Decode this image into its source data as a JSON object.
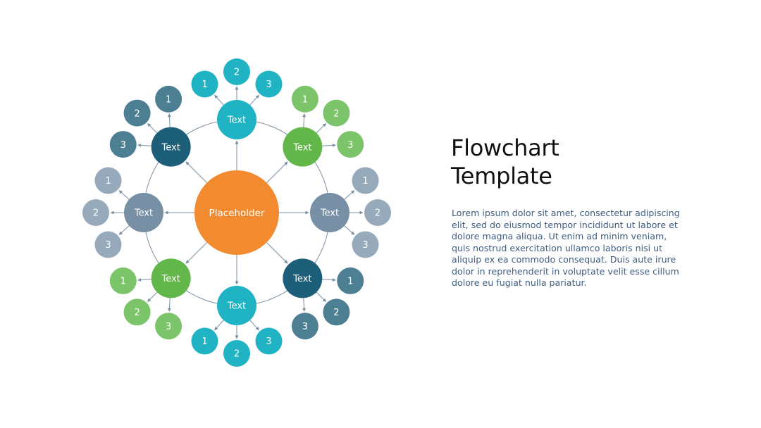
{
  "title": {
    "line1": "Flowchart",
    "line2": "Template"
  },
  "body": "Lorem ipsum dolor sit amet, consectetur adipiscing elit, sed do eiusmod tempor incididunt ut labore et dolore magna aliqua. Ut enim ad minim veniam, quis nostrud exercitation ullamco laboris nisi ut aliquip ex ea commodo consequat. Duis aute irure dolor in reprehenderit in voluptate velit esse cillum dolore eu fugiat nulla pariatur.",
  "diagram": {
    "center": {
      "label": "Placeholder",
      "color": "#f28a30"
    },
    "colors": {
      "teal": "#1fb3c4",
      "green": "#63b74a",
      "dark_teal": "#1d5e78",
      "slate": "#7890a5",
      "green_light": "#7cc46a",
      "dark_teal_light": "#4d7f92",
      "slate_light": "#97aabb",
      "line": "#7a8fa3"
    },
    "nodes": [
      {
        "name": "top",
        "label": "Text",
        "color": "teal",
        "leaf_color": "teal",
        "leaves": [
          "1",
          "2",
          "3"
        ]
      },
      {
        "name": "top-right",
        "label": "Text",
        "color": "green",
        "leaf_color": "green_light",
        "leaves": [
          "1",
          "2",
          "3"
        ]
      },
      {
        "name": "right",
        "label": "Text",
        "color": "slate",
        "leaf_color": "slate_light",
        "leaves": [
          "1",
          "2",
          "3"
        ]
      },
      {
        "name": "bottom-right",
        "label": "Text",
        "color": "dark_teal",
        "leaf_color": "dark_teal_light",
        "leaves": [
          "1",
          "2",
          "3"
        ]
      },
      {
        "name": "bottom",
        "label": "Text",
        "color": "teal",
        "leaf_color": "teal",
        "leaves": [
          "1",
          "2",
          "3"
        ]
      },
      {
        "name": "bottom-left",
        "label": "Text",
        "color": "green",
        "leaf_color": "green_light",
        "leaves": [
          "1",
          "2",
          "3"
        ]
      },
      {
        "name": "left",
        "label": "Text",
        "color": "slate",
        "leaf_color": "slate_light",
        "leaves": [
          "1",
          "2",
          "3"
        ]
      },
      {
        "name": "top-left",
        "label": "Text",
        "color": "dark_teal",
        "leaf_color": "dark_teal_light",
        "leaves": [
          "1",
          "2",
          "3"
        ]
      }
    ]
  }
}
